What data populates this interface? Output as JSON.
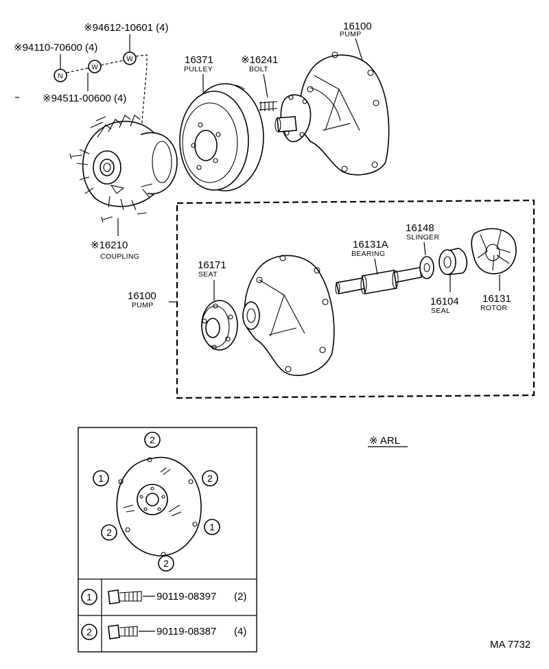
{
  "callouts": {
    "washer_top": "※94612-10601 (4)",
    "nut": "※94110-70600 (4)",
    "washer_bottom": "※94511-00600 (4)",
    "pulley": {
      "number": "16371",
      "name": "PULLEY"
    },
    "bolt": {
      "number": "※16241",
      "name": "BOLT"
    },
    "pump_top": {
      "number": "16100",
      "name": "PUMP"
    },
    "coupling": {
      "number": "※16210",
      "name": "COUPLING"
    },
    "pump_assy": {
      "number": "16100",
      "name": "PUMP"
    },
    "seat": {
      "number": "16171",
      "name": "SEAT"
    },
    "bearing": {
      "number": "16131A",
      "name": "BEARING"
    },
    "slinger": {
      "number": "16148",
      "name": "SLINGER"
    },
    "seal": {
      "number": "16104",
      "name": "SEAL"
    },
    "rotor": {
      "number": "16131",
      "name": "ROTOR"
    }
  },
  "hardware_markers": {
    "nut": "N",
    "washer": "W"
  },
  "note": "※ ARL",
  "bolt_table": {
    "hole_markers": [
      "2",
      "1",
      "2",
      "2",
      "1",
      "2"
    ],
    "rows": [
      {
        "key": "1",
        "part": "90119-08397",
        "qty": "(2)"
      },
      {
        "key": "2",
        "part": "90119-08387",
        "qty": "(4)"
      }
    ]
  },
  "figure_code": "MA 7732"
}
